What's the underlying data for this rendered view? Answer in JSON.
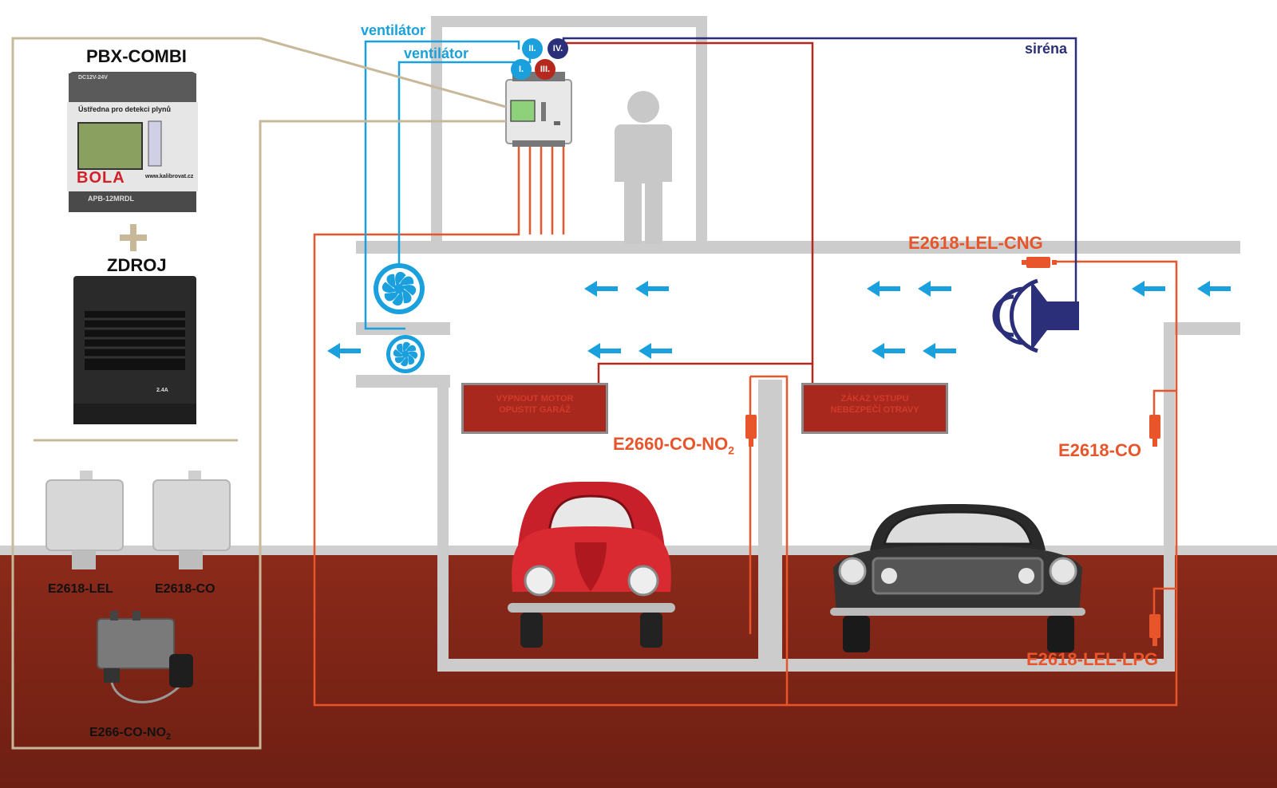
{
  "panel": {
    "controller_title": "PBX-COMBI",
    "controller_brand": "BOLA",
    "controller_subtitle": "Ústředna pro detekci plynů",
    "controller_url": "www.kalibrovat.cz",
    "controller_model": "APB-12MRDL",
    "controller_voltage": "DC12V-24V",
    "plus_sign": "+",
    "psu_title": "ZDROJ",
    "psu_rating": "2.4A",
    "sensors": [
      {
        "label": "E2618-LEL"
      },
      {
        "label": "E2618-CO"
      }
    ],
    "sensor3_label": "E266-CO-NO",
    "sensor3_sub": "2"
  },
  "diagram": {
    "fan_label_1": "ventilátor",
    "fan_label_2": "ventilátor",
    "siren_label": "siréna",
    "outputs": [
      "I.",
      "II.",
      "III.",
      "IV."
    ],
    "sensor_cng": "E2618-LEL-CNG",
    "sensor_co_no2": "E2660-CO-NO",
    "sensor_co_no2_sub": "2",
    "sensor_co": "E2618-CO",
    "sensor_lpg": "E2618-LEL-LPG",
    "sign_left": [
      "VYPNOUT MOTOR",
      "OPUSTIT GARÁŽ"
    ],
    "sign_right": [
      "ZÁKAZ VSTUPU",
      "NEBEZPEČÍ OTRAVY"
    ]
  },
  "colors": {
    "ground": "#8b2a1a",
    "walls": "#cccccc",
    "wire_orange": "#e8552a",
    "wire_red": "#b5281e",
    "wire_blue": "#1aa0dc",
    "wire_navy": "#2b2f7a",
    "panel_border": "#c8b89a",
    "sign_bg": "#a8281e"
  },
  "icons": [
    "fan-icon",
    "speaker-icon",
    "person-icon",
    "car-icon",
    "arrow-left-icon",
    "sensor-icon",
    "controller-icon"
  ]
}
